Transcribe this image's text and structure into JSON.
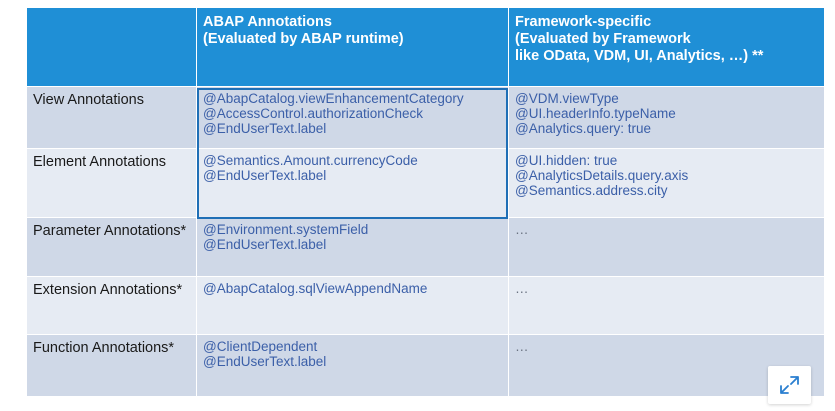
{
  "header": {
    "col1": "",
    "col2": [
      "ABAP Annotations",
      "(Evaluated by ABAP runtime)"
    ],
    "col3": [
      "Framework-specific",
      "(Evaluated by Framework",
      "like OData, VDM, UI, Analytics, …) **"
    ]
  },
  "rows": [
    {
      "label": "View Annotations",
      "abap": [
        "@AbapCatalog.viewEnhancementCategory",
        "@AccessControl.authorizationCheck",
        "@EndUserText.label"
      ],
      "framework": [
        "@VDM.viewType",
        "@UI.headerInfo.typeName",
        "@Analytics.query: true"
      ]
    },
    {
      "label": "Element Annotations",
      "abap": [
        "@Semantics.Amount.currencyCode",
        "@EndUserText.label"
      ],
      "framework": [
        "@UI.hidden: true",
        "@AnalyticsDetails.query.axis",
        "@Semantics.address.city"
      ]
    },
    {
      "label": "Parameter Annotations*",
      "abap": [
        "@Environment.systemField",
        "@EndUserText.label"
      ],
      "framework": [
        "…"
      ]
    },
    {
      "label": "Extension Annotations*",
      "abap": [
        "@AbapCatalog.sqlViewAppendName"
      ],
      "framework": [
        "…"
      ]
    },
    {
      "label": "Function Annotations*",
      "abap": [
        "@ClientDependent",
        "@EndUserText.label"
      ],
      "framework": [
        "…"
      ]
    }
  ],
  "icons": {
    "expand": "expand-arrows-icon"
  },
  "colors": {
    "header_bg": "#1f8fd6",
    "row_dark": "#cfd8e7",
    "row_light": "#e6ebf3",
    "code_text": "#3b5fa8",
    "highlight_border": "#1f6fb6"
  }
}
